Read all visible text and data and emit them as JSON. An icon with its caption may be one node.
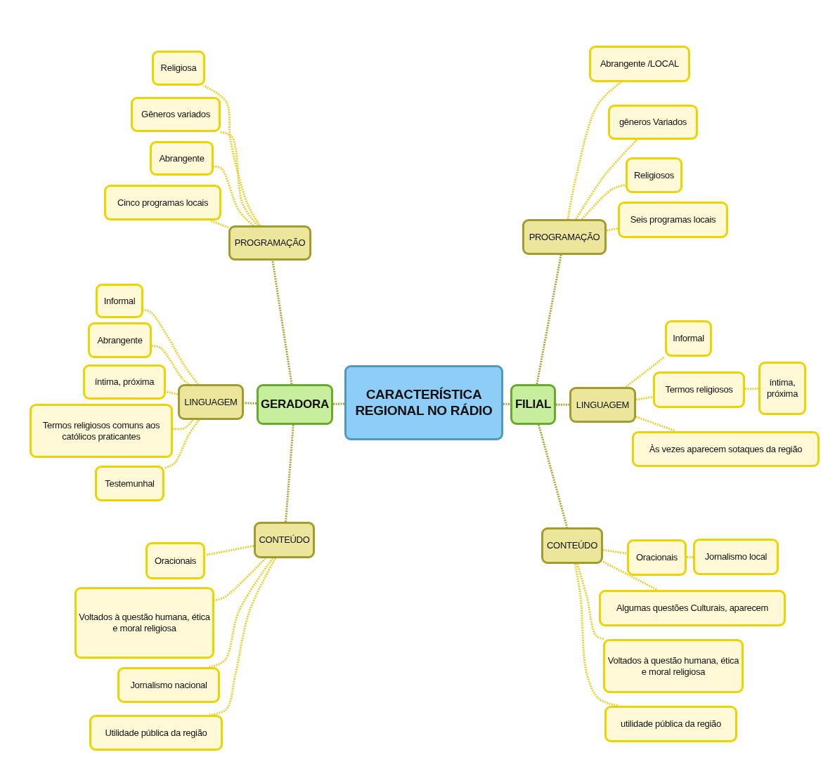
{
  "diagram": {
    "nodes": [
      {
        "text": [
          "CARACTERÍSTICA REGIONAL NO RÁDIO"
        ]
      },
      {
        "text": [
          "GERADORA"
        ]
      },
      {
        "text": [
          "PROGRAMAÇÃO"
        ]
      },
      {
        "text": [
          "Religiosa"
        ]
      },
      {
        "text": [
          "Gêneros variados"
        ]
      },
      {
        "text": [
          "Abrangente"
        ]
      },
      {
        "text": [
          "Cinco programas locais"
        ]
      },
      {
        "text": [
          "LINGUAGEM"
        ]
      },
      {
        "text": [
          "Informal"
        ]
      },
      {
        "text": [
          "Abrangente"
        ]
      },
      {
        "text": [
          "íntima, próxima"
        ]
      },
      {
        "text": [
          "Termos religiosos comuns aos católicos praticantes"
        ]
      },
      {
        "text": [
          "Testemunhal"
        ]
      },
      {
        "text": [
          "CONTEÚDO"
        ]
      },
      {
        "text": [
          "Oracionais"
        ]
      },
      {
        "text": [
          "Voltados à questão humana, ética e moral religiosa"
        ]
      },
      {
        "text": [
          "Jornalismo nacional"
        ]
      },
      {
        "text": [
          "Utilidade pública da região"
        ]
      },
      {
        "text": [
          "FILIAL"
        ]
      },
      {
        "text": [
          "PROGRAMAÇÃO"
        ]
      },
      {
        "text": [
          "Abrangente /LOCAL"
        ]
      },
      {
        "text": [
          "gêneros Variados"
        ]
      },
      {
        "text": [
          "Religiosos"
        ]
      },
      {
        "text": [
          "Seis programas locais"
        ]
      },
      {
        "text": [
          "LINGUAGEM"
        ]
      },
      {
        "text": [
          "Informal"
        ]
      },
      {
        "text": [
          "Termos religiosos"
        ]
      },
      {
        "text": [
          "íntima, próxima"
        ]
      },
      {
        "text": [
          "Às vezes aparecem sotaques da região"
        ]
      },
      {
        "text": [
          "CONTEÚDO"
        ]
      },
      {
        "text": [
          "Oracionais"
        ]
      },
      {
        "text": [
          "Jornalismo local"
        ]
      },
      {
        "text": [
          "Algumas questões Culturais, aparecem"
        ]
      },
      {
        "text": [
          "Voltados à questão humana, ética e moral religiosa"
        ]
      },
      {
        "text": [
          "utilidade pública da região"
        ]
      }
    ],
    "edges": [
      {
        "from": 0,
        "to": 1,
        "arrow": "none",
        "color": "#a6a63a"
      },
      {
        "from": 0,
        "to": 18,
        "arrow": "none",
        "color": "#a6a63a"
      },
      {
        "from": 1,
        "to": 2,
        "arrow": "none",
        "color": "#a6a63a"
      },
      {
        "from": 1,
        "to": 7,
        "arrow": "none",
        "color": "#a6a63a"
      },
      {
        "from": 1,
        "to": 13,
        "arrow": "none",
        "color": "#a6a63a"
      },
      {
        "from": 2,
        "to": 3,
        "arrow": "none"
      },
      {
        "from": 2,
        "to": 4,
        "arrow": "none"
      },
      {
        "from": 2,
        "to": 5,
        "arrow": "none"
      },
      {
        "from": 2,
        "to": 6,
        "arrow": "none"
      },
      {
        "from": 7,
        "to": 8,
        "arrow": "none"
      },
      {
        "from": 7,
        "to": 9,
        "arrow": "none"
      },
      {
        "from": 7,
        "to": 10,
        "arrow": "none"
      },
      {
        "from": 7,
        "to": 11,
        "arrow": "none"
      },
      {
        "from": 7,
        "to": 12,
        "arrow": "none"
      },
      {
        "from": 13,
        "to": 14,
        "arrow": "none"
      },
      {
        "from": 13,
        "to": 15,
        "arrow": "none"
      },
      {
        "from": 13,
        "to": 16,
        "arrow": "none"
      },
      {
        "from": 13,
        "to": 17,
        "arrow": "none"
      },
      {
        "from": 18,
        "to": 19,
        "arrow": "none",
        "color": "#a6a63a"
      },
      {
        "from": 18,
        "to": 24,
        "arrow": "none",
        "color": "#a6a63a"
      },
      {
        "from": 18,
        "to": 29,
        "arrow": "none",
        "color": "#a6a63a"
      },
      {
        "from": 19,
        "to": 20,
        "arrow": "none"
      },
      {
        "from": 19,
        "to": 21,
        "arrow": "none"
      },
      {
        "from": 19,
        "to": 22,
        "arrow": "none"
      },
      {
        "from": 19,
        "to": 23,
        "arrow": "none"
      },
      {
        "from": 24,
        "to": 25,
        "arrow": "none"
      },
      {
        "from": 24,
        "to": 26,
        "arrow": "none"
      },
      {
        "from": 26,
        "to": 27,
        "arrow": "none"
      },
      {
        "from": 24,
        "to": 28,
        "arrow": "none"
      },
      {
        "from": 29,
        "to": 30,
        "arrow": "none"
      },
      {
        "from": 30,
        "to": 31,
        "arrow": "none"
      },
      {
        "from": 29,
        "to": 32,
        "arrow": "none"
      },
      {
        "from": 29,
        "to": 33,
        "arrow": "none"
      },
      {
        "from": 29,
        "to": 34,
        "arrow": "none"
      }
    ]
  }
}
